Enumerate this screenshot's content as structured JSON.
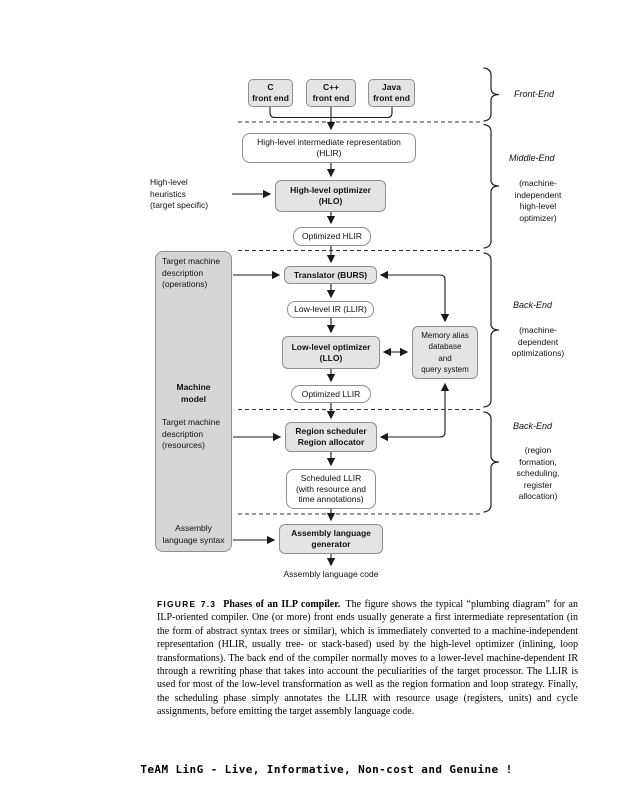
{
  "colors": {
    "box-fill": "#e4e4e4",
    "panel-fill": "#d6d6d6",
    "border": "#8f8f8f",
    "line": "#1a1a1a"
  },
  "diagram": {
    "front_ends": [
      "C\nfront end",
      "C++\nfront end",
      "Java\nfront end"
    ],
    "nodes": {
      "hlir": "High-level intermediate representation\n(HLIR)",
      "hlo": "High-level optimizer\n(HLO)",
      "optimized_hlir": "Optimized HLIR",
      "translator": "Translator (BURS)",
      "llir": "Low-level IR (LLIR)",
      "llo": "Low-level optimizer\n(LLO)",
      "memory_alias": "Memory alias\ndatabase\nand\nquery system",
      "optimized_llir": "Optimized LLIR",
      "region": "Region scheduler\nRegion allocator",
      "scheduled_llir": "Scheduled LLIR\n(with resource and\ntime annotations)",
      "asm_generator": "Assembly language\ngenerator",
      "asm_code": "Assembly language code"
    },
    "left_labels": {
      "heuristics": "High-level\nheuristics\n(target specific)",
      "operations": "Target machine\ndescription\n(operations)",
      "machine_model": "Machine\nmodel",
      "resources": "Target machine\ndescription\n(resources)",
      "asm_syntax": "Assembly\nlanguage syntax"
    },
    "right_labels": [
      {
        "title": "Front-End",
        "sub": ""
      },
      {
        "title": "Middle-End",
        "sub": "(machine-\nindependent\nhigh-level\noptimizer)"
      },
      {
        "title": "Back-End",
        "sub": "(machine-\ndependent\noptimizations)"
      },
      {
        "title": "Back-End",
        "sub": "(region\nformation,\nscheduling,\nregister\nallocation)"
      }
    ]
  },
  "caption": {
    "figure_label": "FIGURE 7.3",
    "figure_title": "Phases of an ILP compiler.",
    "body": "The figure shows the typical “plumbing diagram” for an ILP-oriented compiler. One (or more) front ends usually generate a first intermediate representation (in the form of abstract syntax trees or similar), which is immediately converted to a machine-independent representation (HLIR, usually tree- or stack-based) used by the high-level optimizer (inlining, loop transformations). The back end of the compiler normally moves to a lower-level machine-dependent IR through a rewriting phase that takes into account the peculiarities of the target processor. The LLIR is used for most of the low-level transformation as well as the region formation and loop strategy. Finally, the scheduling phase simply annotates the LLIR with resource usage (registers, units) and cycle assignments, before emitting the target assembly language code."
  },
  "footer": "TeAM LinG - Live, Informative, Non-cost and Genuine !"
}
